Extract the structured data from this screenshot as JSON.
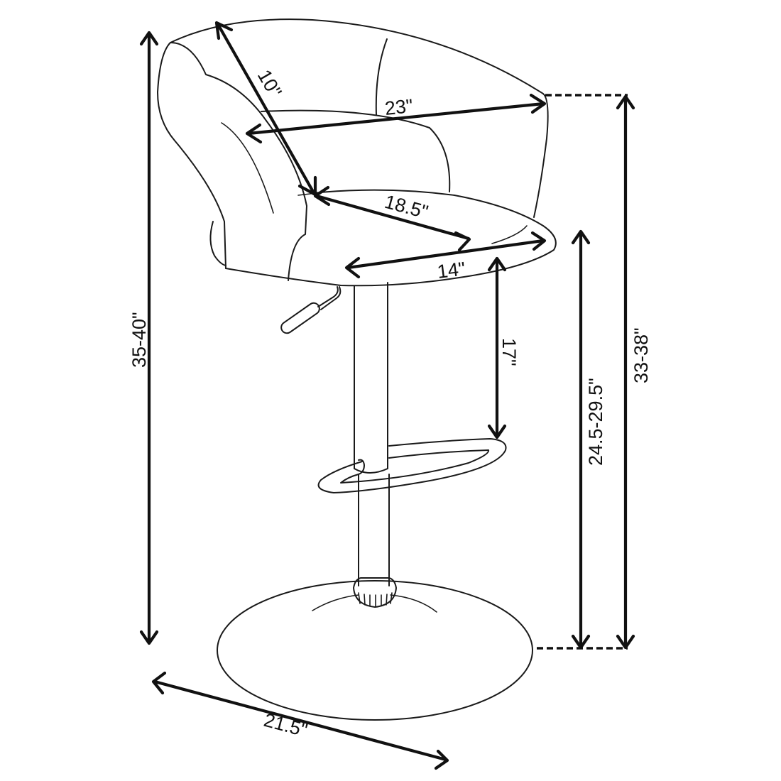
{
  "diagram": {
    "subject": "Adjustable bar stool with curved back, swivel seat, gas-lift lever, ring footrest and round base",
    "line_color": "#111111",
    "background": "#ffffff",
    "dimensions": {
      "back_depth": "10\"",
      "overall_width": "23\"",
      "seat_depth": "18.5\"",
      "seat_width": "14\"",
      "seat_to_footrest": "17\"",
      "overall_height": "35-40\"",
      "seat_height": "24.5-29.5\"",
      "arm_height": "33-38\"",
      "base_diameter": "21.5\""
    }
  }
}
